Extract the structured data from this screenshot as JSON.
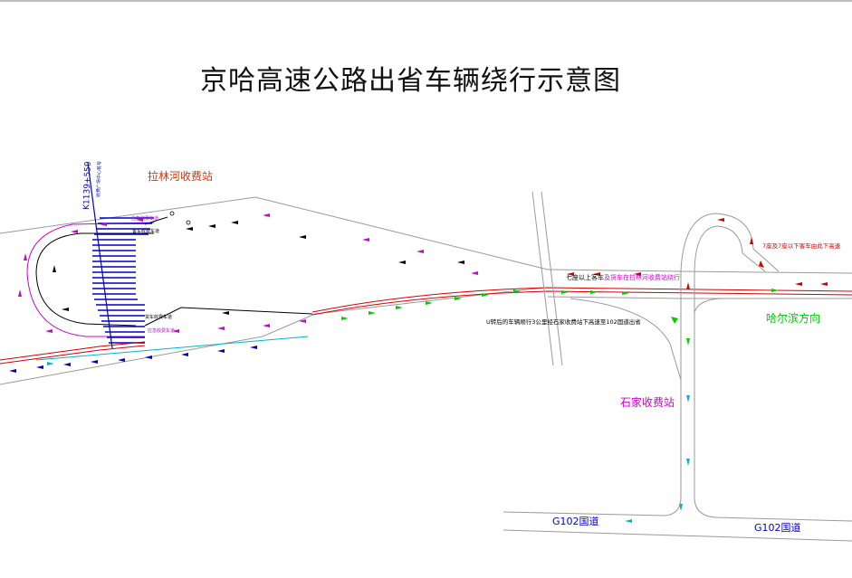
{
  "title": "京哈高速公路出省车辆绕行示意图",
  "labels": {
    "lalinhe_station": "拉林河收费站",
    "harbin_direction": "哈尔滨方向",
    "shijia_station": "石家收费站",
    "g102_left": "G102国道",
    "g102_right": "G102国道",
    "stake": "K1139+550",
    "stake_sub": "收费广场中心桩号",
    "seven_seat": "七座以上客车",
    "via_lalinhe": "及货车在拉林河收费站绕行",
    "u_turn_note": "U转后的车辆顺行3公里经石家收费站下高速至102国道出省",
    "small_car_note": "7座及7座以下客车由此下高速",
    "lane_top_1": "应急收费车道",
    "lane_top_2": "客车收费车道",
    "lane_bottom_1": "货车收费车道",
    "lane_bottom_2": "应急收费车道"
  },
  "colors": {
    "road": "#9a9a9a",
    "highway_red": "#d40000",
    "magenta": "#d000d0",
    "blue": "#0000cc",
    "green": "#00cc00",
    "cyan": "#00b5d0",
    "orange_red": "#e03000"
  }
}
